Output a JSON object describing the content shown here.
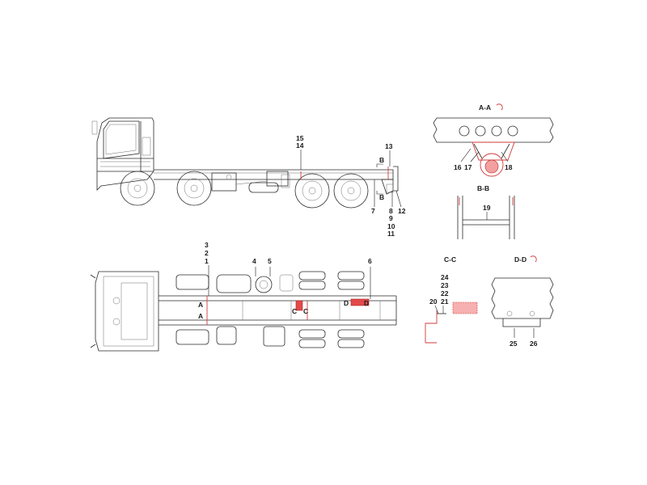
{
  "callouts": {
    "c1": "1",
    "c2": "2",
    "c3": "3",
    "c4": "4",
    "c5": "5",
    "c6": "6",
    "c7": "7",
    "c8": "8",
    "c9": "9",
    "c10": "10",
    "c11": "11",
    "c12": "12",
    "c13": "13",
    "c14": "14",
    "c15": "15",
    "c16": "16",
    "c17": "17",
    "c18": "18",
    "c19": "19",
    "c20": "20",
    "c21": "21",
    "c22": "22",
    "c23": "23",
    "c24": "24",
    "c25": "25",
    "c26": "26"
  },
  "section_titles": {
    "aa": "A-A",
    "bb": "B-B",
    "cc": "C-C",
    "dd": "D-D"
  },
  "section_marks": {
    "a": "A",
    "b": "B",
    "c": "C",
    "d": "D"
  },
  "colors": {
    "line": "#2a2a2a",
    "highlight": "#e24a4a"
  }
}
